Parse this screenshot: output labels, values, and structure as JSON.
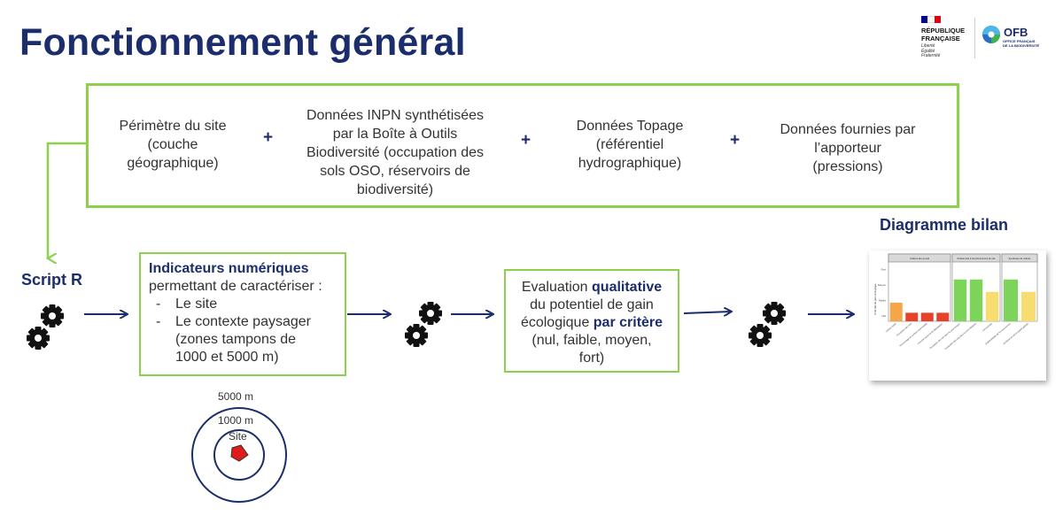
{
  "page": {
    "title": "Fonctionnement général"
  },
  "logos": {
    "republique_lines": [
      "RÉPUBLIQUE",
      "FRANÇAISE"
    ],
    "motto_lines": [
      "Liberté",
      "Égalité",
      "Fraternité"
    ],
    "ofb_name": "OFB",
    "ofb_subtitle_lines": [
      "OFFICE FRANÇAIS",
      "DE LA BIODIVERSITÉ"
    ],
    "flag_colors": [
      "#000091",
      "#ffffff",
      "#e1000f"
    ]
  },
  "inputs": {
    "items": [
      {
        "lines": [
          "Périmètre du site",
          "(couche",
          "géographique)"
        ]
      },
      {
        "lines": [
          "Données INPN synthétisées",
          "par la Boîte à Outils",
          "Biodiversité (occupation des",
          "sols OSO, réservoirs de",
          "biodiversité)"
        ]
      },
      {
        "lines": [
          "Données Topage",
          "(référentiel",
          "hydrographique)"
        ]
      },
      {
        "lines": [
          "Données fournies par",
          "l’apporteur",
          "(pressions)"
        ]
      }
    ],
    "plus_symbol": "+"
  },
  "script": {
    "label": "Script R"
  },
  "indicators": {
    "bold": "Indicateurs numériques",
    "line2": "permettant de caractériser :",
    "items": [
      {
        "dash": "-",
        "text": "Le site"
      },
      {
        "dash": "-",
        "text": "Le contexte paysager"
      }
    ],
    "continuation_lines": [
      "(zones tampons de",
      "1000 et 5000 m)"
    ]
  },
  "evaluation": {
    "line1_prefix": "Evaluation ",
    "line1_bold": "qualitative",
    "line2": "du potentiel de gain",
    "line3_prefix": "écologique ",
    "line3_bold": "par critère",
    "line4": "(nul, faible, moyen,",
    "line5": "fort)"
  },
  "buffers": {
    "outer": "5000 m",
    "inner": "1000 m",
    "site": "Site"
  },
  "diagram": {
    "label": "Diagramme bilan",
    "panel_titles": [
      "Critères liés au site",
      "Critères liés à l'environnement du site",
      "Synthèses de critères"
    ],
    "yaxis_title": "Potentiel de gain écologique",
    "ytick_labels": [
      "Fort",
      "Moyen",
      "Faible",
      "Nul"
    ],
    "levels": {
      "Nul": 0,
      "Faible": 1,
      "Moyen": 2,
      "Fort": 3
    },
    "bars": [
      {
        "label": "Surface totale",
        "value": 1.2,
        "color": "#f5a54a"
      },
      {
        "label": "Occupation des sols",
        "value": 0.55,
        "color": "#e8412a"
      },
      {
        "label": "Pourcentage de surface imperméable",
        "value": 0.55,
        "color": "#e8412a"
      },
      {
        "label": "Intensité moyenne de dégradation",
        "value": 0.55,
        "color": "#e8412a"
      },
      {
        "label": "Occupation des sols dans la zone tampon",
        "value": 2.7,
        "color": "#7cd45a"
      },
      {
        "label": "Occupation des sols dans la zone éloignée",
        "value": 2.7,
        "color": "#7cd45a"
      },
      {
        "label": "Connectivité",
        "value": 1.9,
        "color": "#f7dc6f"
      },
      {
        "label": "Qualité globale de l'environnement",
        "value": 2.7,
        "color": "#7cd45a"
      },
      {
        "label": "Synthèse du site et qualité globale",
        "value": 1.9,
        "color": "#f7dc6f"
      }
    ]
  },
  "colors": {
    "navy": "#1b2d6b",
    "green_border": "#8cd04b",
    "site_fill": "#e01b1b"
  }
}
